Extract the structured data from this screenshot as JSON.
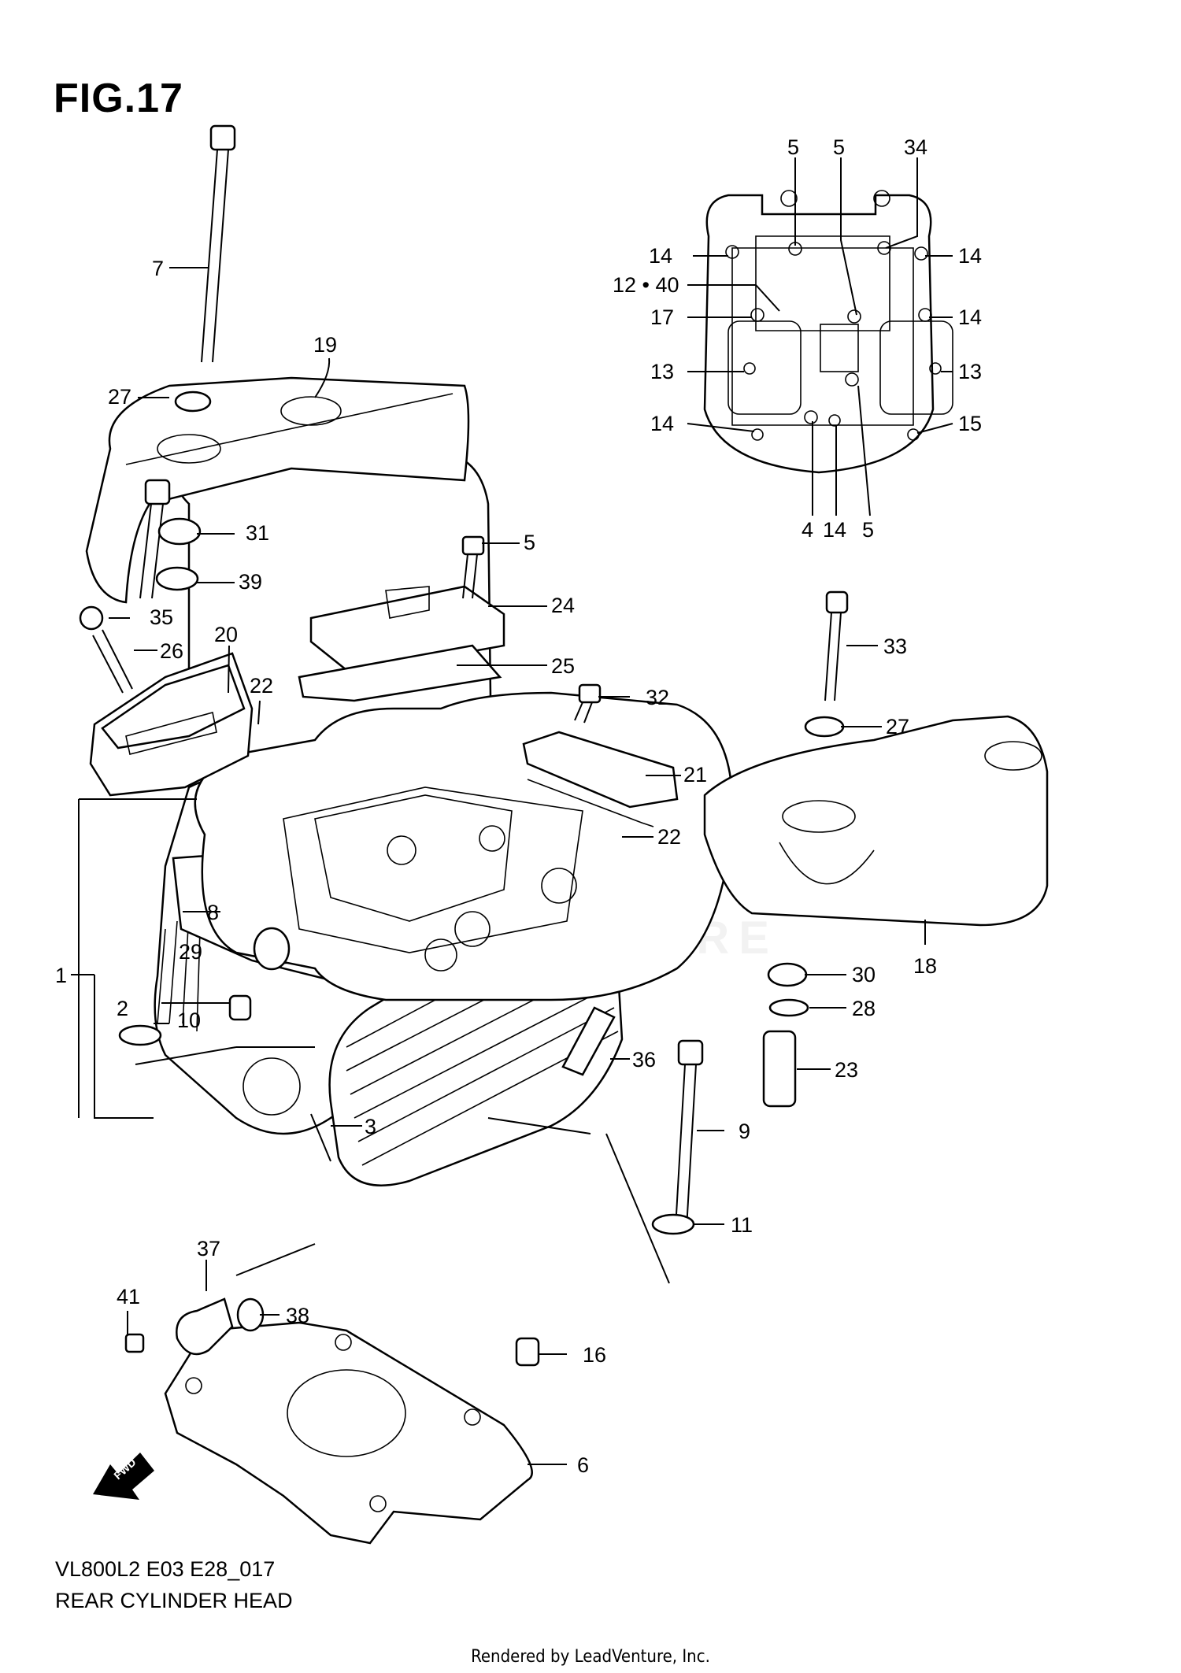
{
  "figure": {
    "title": "FIG.17",
    "code": "VL800L2 E03 E28_017",
    "caption": "REAR CYLINDER HEAD",
    "credit": "Rendered by LeadVenture, Inc.",
    "watermark": "ADVENTURE",
    "fwd_icon": "fwd-arrow-icon",
    "fwd_text": "FWD"
  },
  "callouts": {
    "c1": "1",
    "c2": "2",
    "c3": "3",
    "c4": "4",
    "c5": "5",
    "c6": "6",
    "c7": "7",
    "c8": "8",
    "c9": "9",
    "c10": "10",
    "c11": "11",
    "c12_40": "12 • 40",
    "c13": "13",
    "c14": "14",
    "c15": "15",
    "c16": "16",
    "c17": "17",
    "c18": "18",
    "c19": "19",
    "c20": "20",
    "c21": "21",
    "c22": "22",
    "c23": "23",
    "c24": "24",
    "c25": "25",
    "c26": "26",
    "c27": "27",
    "c28": "28",
    "c29": "29",
    "c30": "30",
    "c31": "31",
    "c32": "32",
    "c33": "33",
    "c34": "34",
    "c35": "35",
    "c36": "36",
    "c37": "37",
    "c38": "38",
    "c39": "39",
    "c41": "41"
  }
}
